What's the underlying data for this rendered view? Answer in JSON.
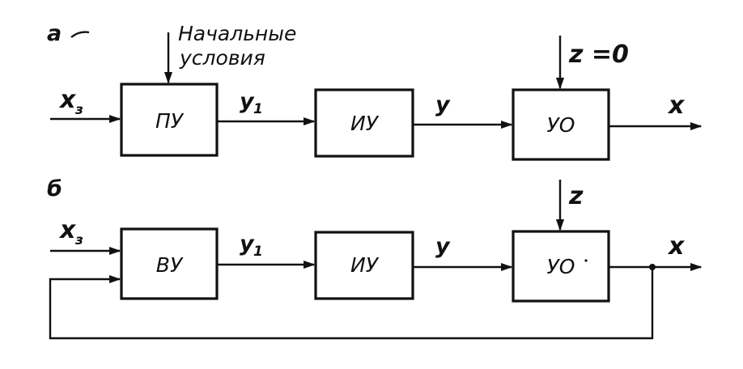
{
  "panel_a": {
    "label": "а",
    "input": "x",
    "input_sub": "з",
    "note_line1": "Начальные",
    "note_line2": "условия",
    "block1": "ПУ",
    "signal1": "y",
    "signal1_sub": "1",
    "block2": "ИУ",
    "signal2": "y",
    "block3": "УО",
    "disturbance": "z =0",
    "output": "x"
  },
  "panel_b": {
    "label": "б",
    "input": "x",
    "input_sub": "з",
    "block1": "ВУ",
    "signal1": "y",
    "signal1_sub": "1",
    "block2": "ИУ",
    "signal2": "y",
    "block3": "УО",
    "disturbance": "z",
    "output": "x"
  }
}
